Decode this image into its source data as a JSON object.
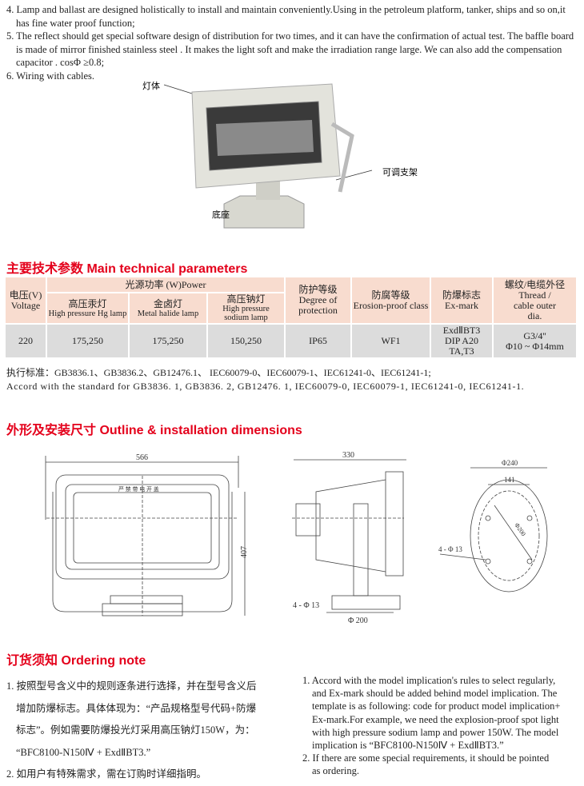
{
  "features": [
    "4. Lamp and ballast are designed holistically to install and maintain conveniently.Using in the petroleum platform, tanker, ships and so on,it has fine water proof function;",
    "5. The reflect should get special software design of distribution for two times, and it can have the confirmation of actual test. The baffle board is made of mirror finished stainless steel . It makes the light soft and make the irradiation range large. We can also add the compensation capacitor . cosΦ ≥0.8;",
    "6. Wiring with cables."
  ],
  "photo_labels": {
    "body": "灯体",
    "bracket": "可调支架",
    "base": "底座"
  },
  "params_heading": "主要技术参数  Main technical parameters",
  "table": {
    "voltage_cn": "电压(V)",
    "voltage_en": "Voltage",
    "power": "光源功率 (W)Power",
    "hg_cn": "高压汞灯",
    "hg_en": "High pressure Hg lamp",
    "mh_cn": "金卤灯",
    "mh_en": "Metal halide lamp",
    "na_cn": "高压钠灯",
    "na_en": "High pressure sodium lamp",
    "prot_cn": "防护等级",
    "prot_en": "Degree of protection",
    "eros_cn": "防腐等级",
    "eros_en": "Erosion-proof class",
    "ex_cn": "防爆标志",
    "ex_en": "Ex-mark",
    "thread_cn": "螺纹/电缆外径",
    "thread_en": "Thread / cable outer dia.",
    "row": {
      "voltage": "220",
      "hg": "175,250",
      "mh": "175,250",
      "na": "150,250",
      "prot": "IP65",
      "eros": "WF1",
      "ex1": "ExdⅡBT3",
      "ex2": "DIP A20  TA,T3",
      "th1": "G3/4''",
      "th2": "Φ10 ~ Φ14mm"
    }
  },
  "standard_cn": "执行标准：GB3836.1、GB3836.2、GB12476.1、 IEC60079-0、IEC60079-1、IEC61241-0、IEC61241-1;",
  "standard_en": "Accord with the standard for GB3836. 1, GB3836. 2, GB12476. 1, IEC60079-0,  IEC60079-1, IEC61241-0, IEC61241-1.",
  "outline_heading": "外形及安装尺寸  Outline & installation dimensions",
  "dims": {
    "width": "566",
    "height": "407",
    "cover_text": "严 禁 带 电 开 盖",
    "depth": "330",
    "hole1": "4 - Φ 13",
    "base_dia": "Φ 200",
    "pcd_outer": "Φ240",
    "pcd_141": "141",
    "pcd_200": "Φ200",
    "hole2": "4 - Φ 13"
  },
  "ordering_heading": "订货须知  Ordering note",
  "ordering_cn": [
    "1. 按照型号含义中的规则逐条进行选择，并在型号含义后",
    "增加防爆标志。具体体现为：“产品规格型号代码+防爆",
    "标志”。例如需要防爆投光灯采用高压钠灯150W，为：",
    "“BFC8100-N150Ⅳ + ExdⅡBT3.”",
    "2. 如用户有特殊需求，需在订购时详细指明。"
  ],
  "ordering_en": [
    "1. Accord with the model implication's rules to select regularly,",
    "and Ex-mark should be added behind model implication. The",
    "template is as following: code for product model implication+",
    "Ex-mark.For example, we need the explosion-proof spot light",
    "with high pressure sodium lamp and power 150W. The model",
    "implication is  “BFC8100-N150Ⅳ + ExdⅡBT3.”",
    "2. If there are some special requirements, it should be pointed",
    "as ordering."
  ]
}
